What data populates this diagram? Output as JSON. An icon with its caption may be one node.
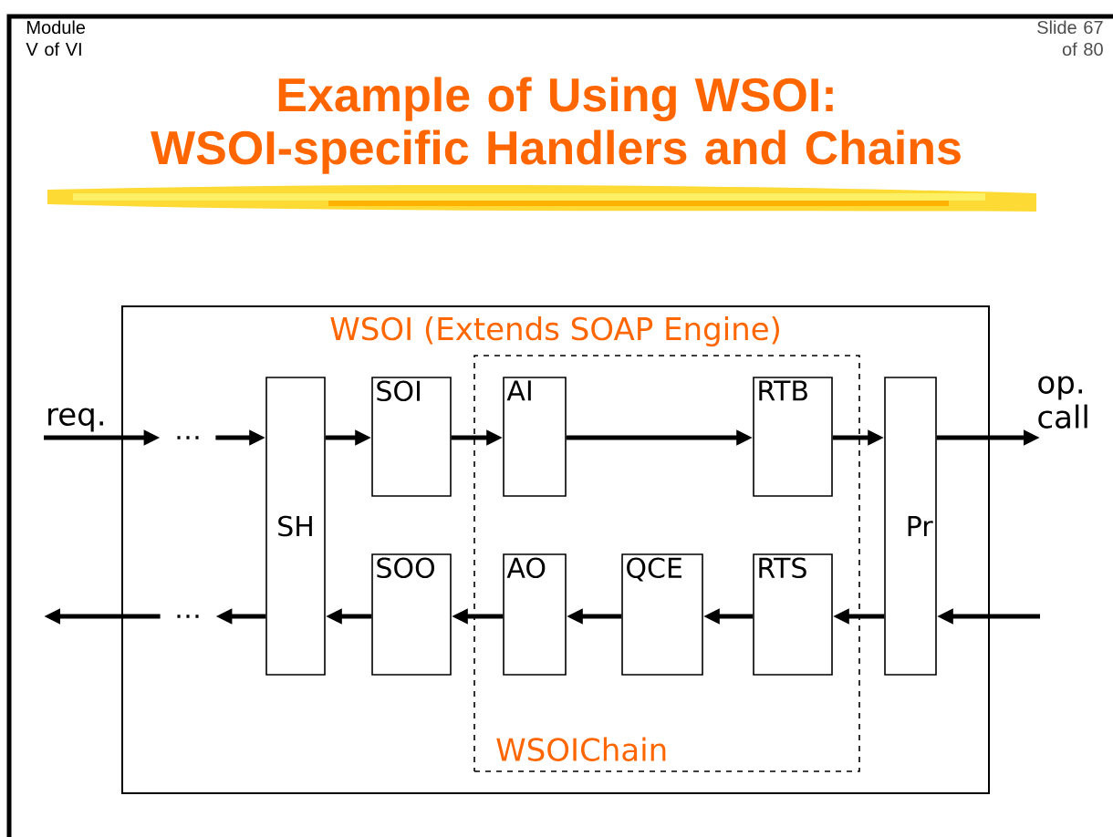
{
  "diagram": {
    "title": "Example of Using WSOI: WSOI-specific Handlers and Chains",
    "nodes": [
      {
        "text": [
          "WSOI (Extends SOAP Engine)"
        ]
      },
      {
        "text": [
          "…"
        ],
        "in": 0
      },
      {
        "text": [
          "SH"
        ],
        "in": 0
      },
      {
        "text": [
          "SOI"
        ],
        "in": 0
      },
      {
        "text": [
          "WSOIChain"
        ],
        "in": 0
      },
      {
        "text": [
          "AI"
        ],
        "in": 4
      },
      {
        "text": [
          "RTB"
        ],
        "in": 4
      },
      {
        "text": [
          "Pr"
        ],
        "in": 0
      },
      {
        "text": [
          "…"
        ],
        "in": 0
      },
      {
        "text": [
          "SOO"
        ],
        "in": 0
      },
      {
        "text": [
          "AO"
        ],
        "in": 4
      },
      {
        "text": [
          "QCE"
        ],
        "in": 4
      },
      {
        "text": [
          "RTS"
        ],
        "in": 4
      }
    ],
    "edges": [
      {
        "from": null,
        "to": 1,
        "arrow": "to",
        "label": "req."
      },
      {
        "from": 1,
        "to": 2,
        "arrow": "to"
      },
      {
        "from": 2,
        "to": 3,
        "arrow": "to"
      },
      {
        "from": 3,
        "to": 5,
        "arrow": "to"
      },
      {
        "from": 5,
        "to": 6,
        "arrow": "to"
      },
      {
        "from": 6,
        "to": 7,
        "arrow": "to"
      },
      {
        "from": 7,
        "to": null,
        "arrow": "to",
        "label": "op. call"
      },
      {
        "from": null,
        "to": 7,
        "arrow": "to"
      },
      {
        "from": 7,
        "to": 12,
        "arrow": "to"
      },
      {
        "from": 12,
        "to": 11,
        "arrow": "to"
      },
      {
        "from": 11,
        "to": 10,
        "arrow": "to"
      },
      {
        "from": 10,
        "to": 9,
        "arrow": "to"
      },
      {
        "from": 9,
        "to": 2,
        "arrow": "to"
      },
      {
        "from": 2,
        "to": 8,
        "arrow": "to"
      },
      {
        "from": 8,
        "to": null,
        "arrow": "to"
      }
    ],
    "labels": [
      "Module V of VI",
      "Slide 67 of 80"
    ]
  }
}
